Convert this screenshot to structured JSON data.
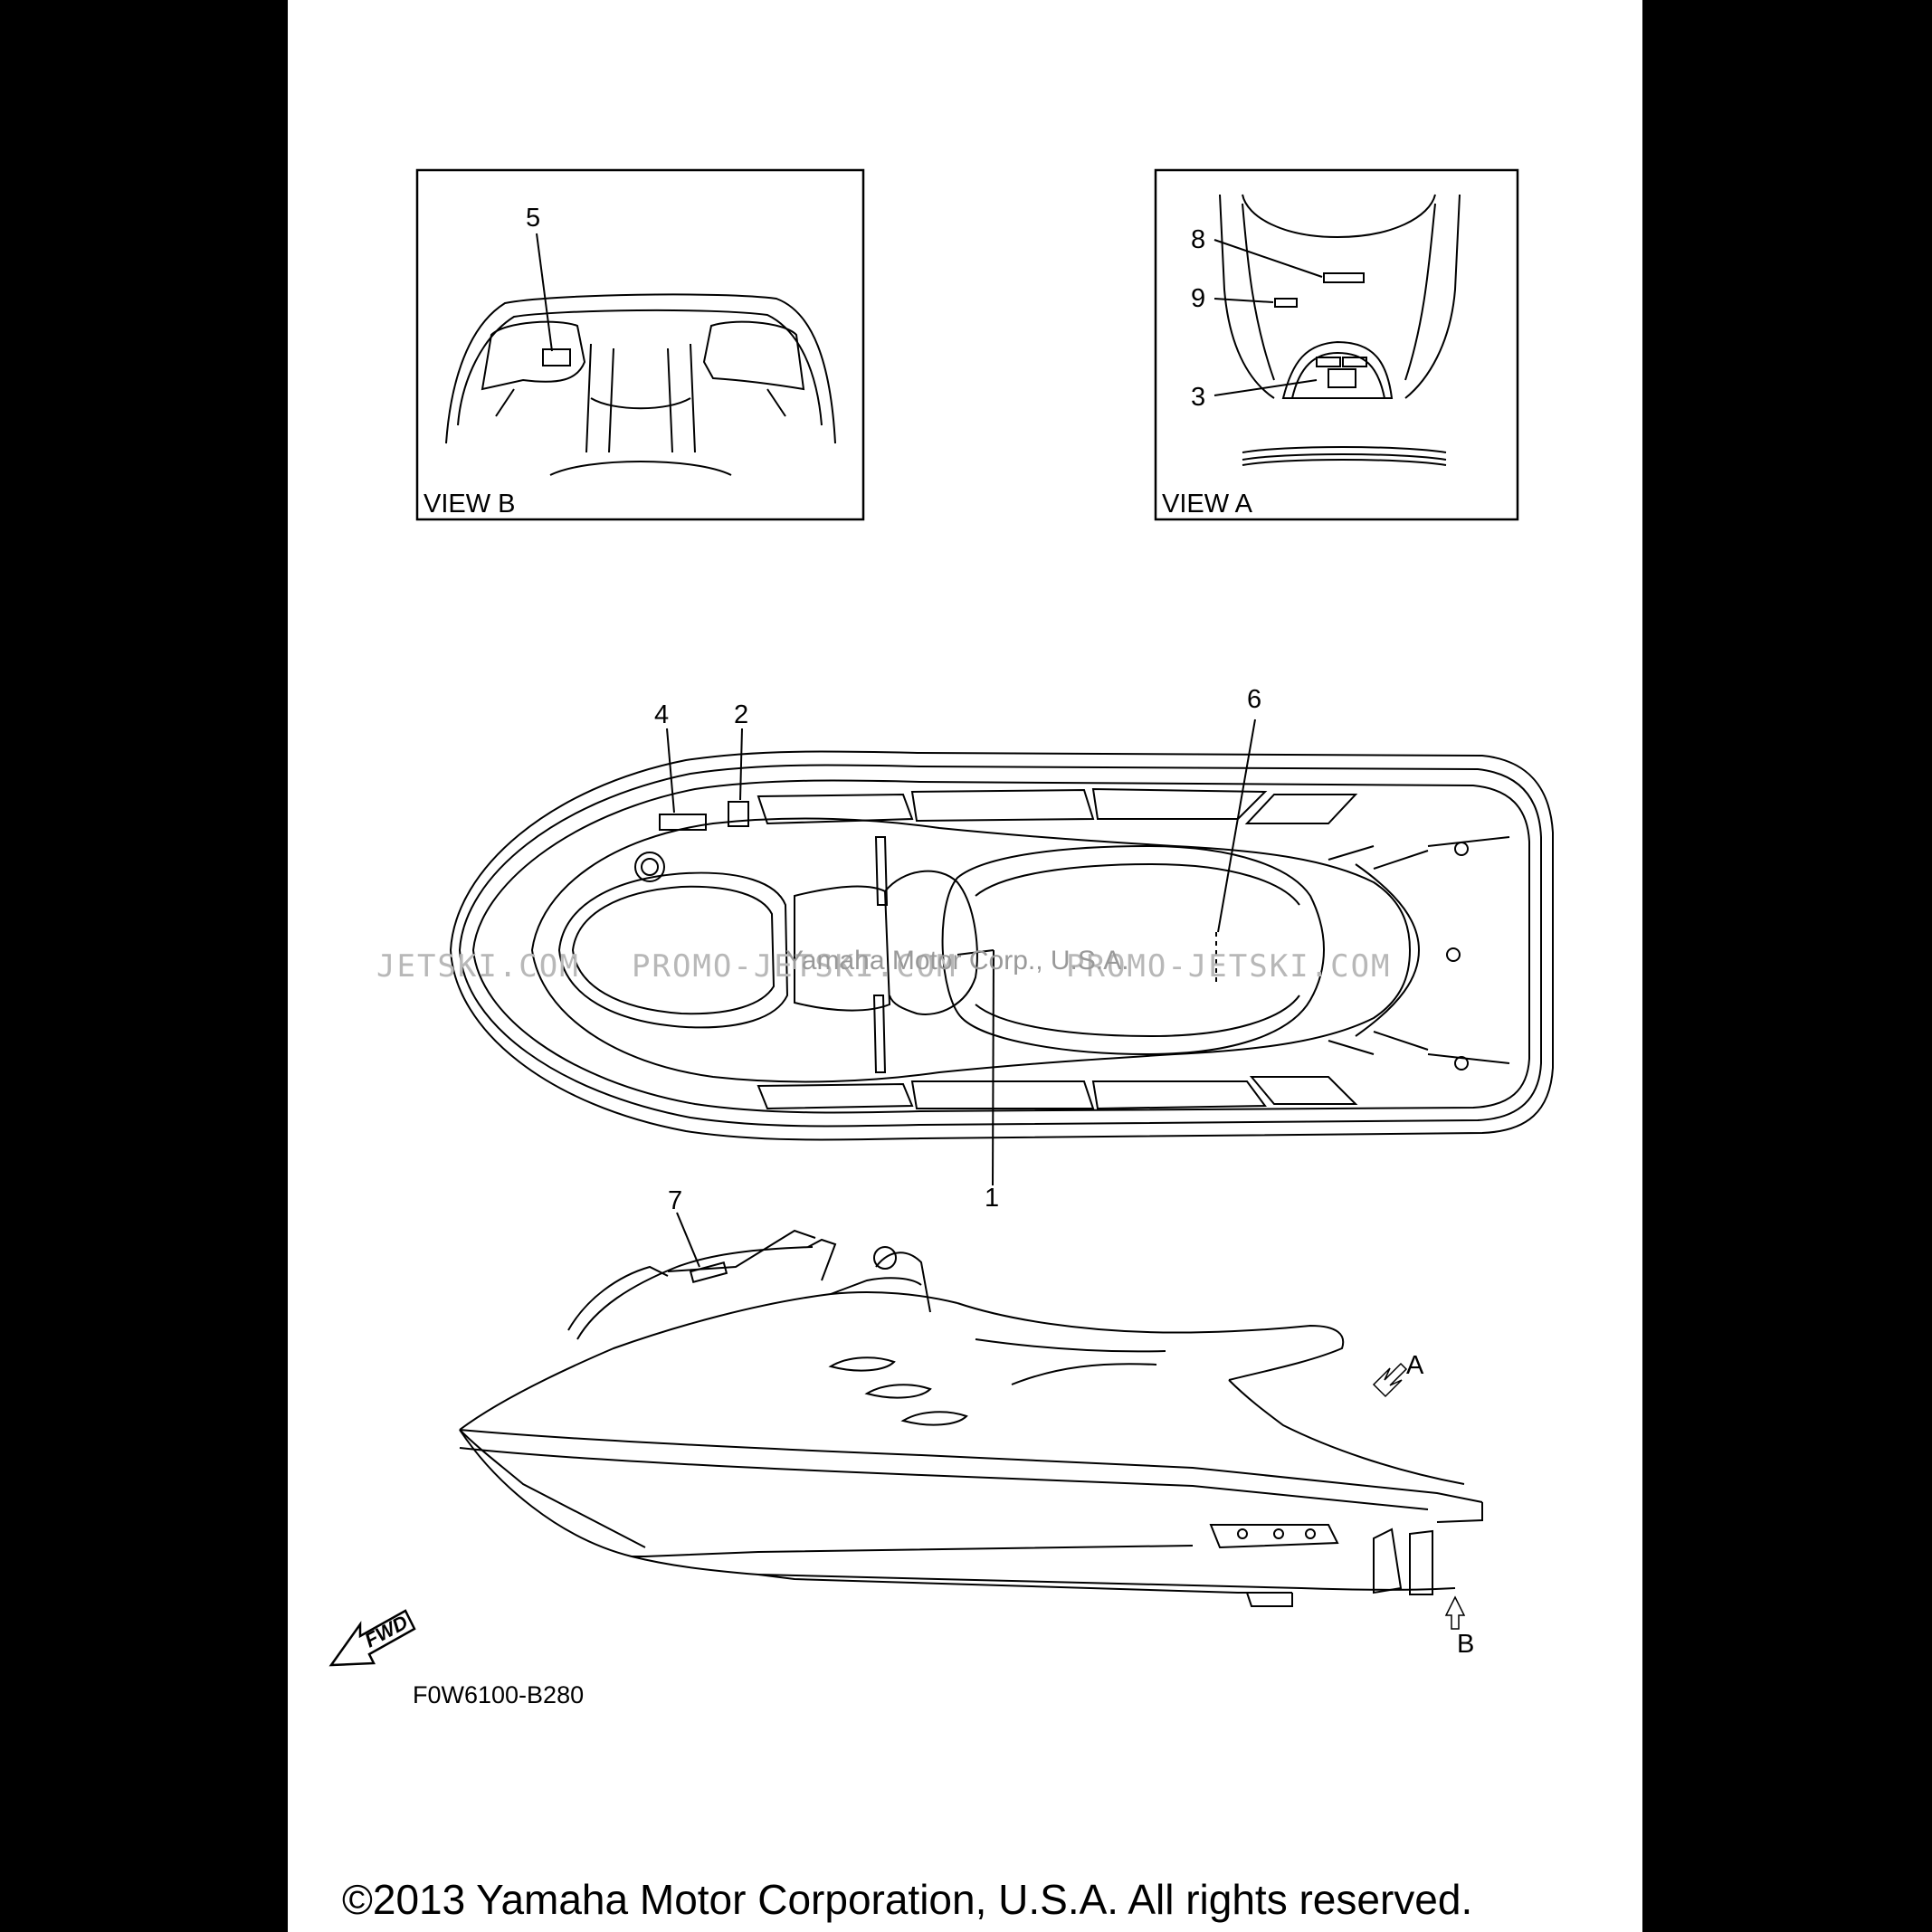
{
  "views": {
    "view_b_label": "VIEW B",
    "view_a_label": "VIEW A"
  },
  "callouts": {
    "c1": "1",
    "c2": "2",
    "c3": "3",
    "c4": "4",
    "c5": "5",
    "c6": "6",
    "c7": "7",
    "c8": "8",
    "c9": "9",
    "arrow_a": "A",
    "arrow_b": "B"
  },
  "fwd_label": "FWD",
  "part_code": "F0W6100-B280",
  "watermarks": {
    "left": "JETSKI.COM",
    "mid": "PROMO-JETSKI.COM",
    "right": "PROMO-JETSKI.COM",
    "center_text": "Yamaha Motor Corp., U.S.A."
  },
  "copyright": "©2013 Yamaha Motor Corporation, U.S.A. All rights reserved."
}
